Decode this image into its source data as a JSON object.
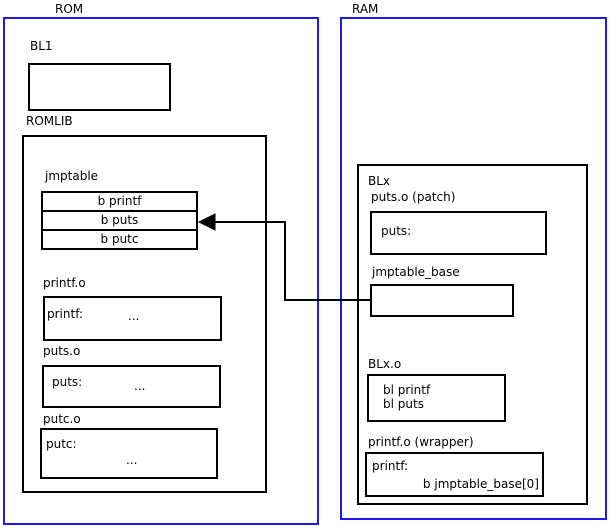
{
  "rom": {
    "label": "ROM",
    "bl1_label": "BL1",
    "romlib_label": "ROMLIB",
    "jmptable": {
      "label": "jmptable",
      "rows": [
        "b printf",
        "b puts",
        "b putc"
      ]
    },
    "printf_o": {
      "label": "printf.o",
      "symbol": "printf:",
      "ellipsis": "..."
    },
    "puts_o": {
      "label": "puts.o",
      "symbol": "puts:",
      "ellipsis": "..."
    },
    "putc_o": {
      "label": "putc.o",
      "symbol": "putc:",
      "ellipsis": "..."
    }
  },
  "ram": {
    "label": "RAM",
    "blx_label": "BLx",
    "puts_patch": {
      "label": "puts.o (patch)",
      "symbol": "puts:"
    },
    "jmptable_base": {
      "label": "jmptable_base"
    },
    "blx_o": {
      "label": "BLx.o",
      "line1": "bl printf",
      "line2": "bl puts"
    },
    "printf_wrapper": {
      "label": "printf.o (wrapper)",
      "symbol": "printf:",
      "branch": "b jmptable_base[0]"
    }
  },
  "colors": {
    "frame_blue": "#1a1af0",
    "line_black": "#000000"
  }
}
